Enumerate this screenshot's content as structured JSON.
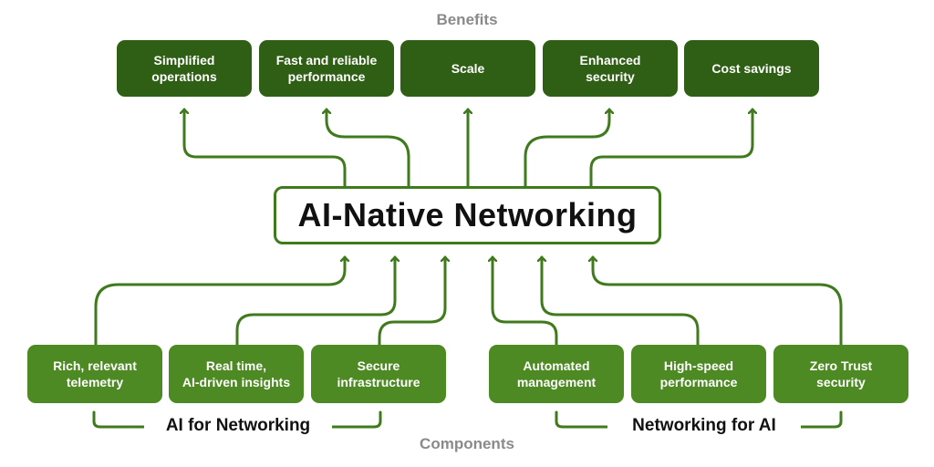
{
  "diagram": {
    "center_title": "AI-Native Networking",
    "benefits_heading": "Benefits",
    "components_heading": "Components",
    "benefits": [
      {
        "label": "Simplified\noperations"
      },
      {
        "label": "Fast and reliable\nperformance"
      },
      {
        "label": "Scale"
      },
      {
        "label": "Enhanced\nsecurity"
      },
      {
        "label": "Cost savings"
      }
    ],
    "components": [
      {
        "label": "Rich, relevant\ntelemetry"
      },
      {
        "label": "Real time,\nAI-driven insights"
      },
      {
        "label": "Secure\ninfrastructure"
      },
      {
        "label": "Automated\nmanagement"
      },
      {
        "label": "High-speed\nperformance"
      },
      {
        "label": "Zero Trust\nsecurity"
      }
    ],
    "groups": [
      {
        "label": "AI for Networking"
      },
      {
        "label": "Networking for AI"
      }
    ]
  },
  "colors": {
    "benefit_fill": "#2f5f14",
    "component_fill": "#4d8a23",
    "connector": "#3f7a1d",
    "heading_gray": "#8a8a8a"
  }
}
